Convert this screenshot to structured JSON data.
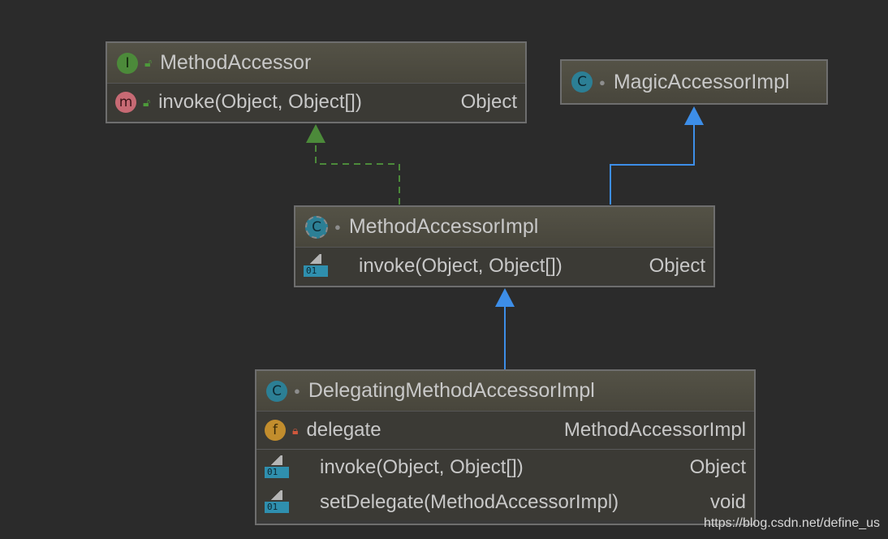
{
  "classes": {
    "method_accessor": {
      "title": "MethodAccessor",
      "kind_letter": "I",
      "members": [
        {
          "kind_letter": "m",
          "name": "invoke(Object, Object[])",
          "type": "Object"
        }
      ]
    },
    "magic_accessor_impl": {
      "title": "MagicAccessorImpl",
      "kind_letter": "C"
    },
    "method_accessor_impl": {
      "title": "MethodAccessorImpl",
      "kind_letter": "C",
      "members": [
        {
          "icon_text": "01",
          "name": "invoke(Object, Object[])",
          "type": "Object"
        }
      ]
    },
    "delegating_method_accessor_impl": {
      "title": "DelegatingMethodAccessorImpl",
      "kind_letter": "C",
      "fields": [
        {
          "kind_letter": "f",
          "name": "delegate",
          "type": "MethodAccessorImpl"
        }
      ],
      "members": [
        {
          "icon_text": "01",
          "name": "invoke(Object, Object[])",
          "type": "Object"
        },
        {
          "icon_text": "01",
          "name": "setDelegate(MethodAccessorImpl)",
          "type": "void"
        }
      ]
    }
  },
  "colors": {
    "implements_arrow": "#4c8a3a",
    "extends_arrow": "#3d8ee8"
  },
  "watermark": "https://blog.csdn.net/define_us"
}
